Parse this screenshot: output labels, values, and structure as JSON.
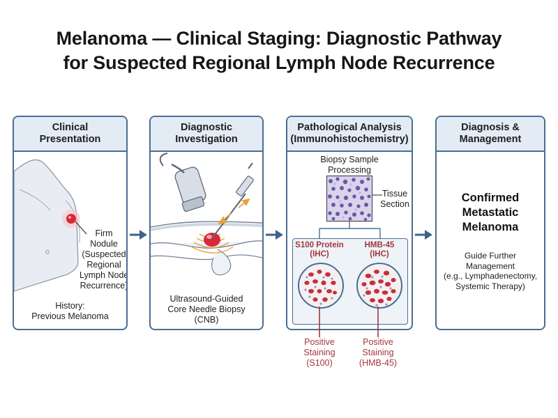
{
  "title_lines": [
    "Melanoma — Clinical Staging: Diagnostic Pathway",
    "for Suspected Regional Lymph Node Recurrence"
  ],
  "panels": [
    {
      "header": [
        "Clinical",
        "Presentation"
      ],
      "nodule_label": [
        "Firm",
        "Nodule",
        "(Suspected",
        "Regional",
        "Lymph Node",
        "Recurrence)"
      ],
      "history": [
        "History:",
        "Previous Melanoma"
      ]
    },
    {
      "header": [
        "Diagnostic",
        "Investigation"
      ],
      "procedure": [
        "Ultrasound-Guided",
        "Core Needle Biopsy",
        "(CNB)"
      ]
    },
    {
      "header": [
        "Pathological Analysis",
        "(Immunohistochemistry)"
      ],
      "processing": [
        "Biopsy Sample",
        "Processing"
      ],
      "tissue": [
        "Tissue",
        "Section"
      ],
      "stains": [
        {
          "label": [
            "S100 Protein",
            "(IHC)"
          ],
          "result": [
            "Positive",
            "Staining",
            "(S100)"
          ]
        },
        {
          "label": [
            "HMB-45",
            "(IHC)"
          ],
          "result": [
            "Positive",
            "Staining",
            "(HMB-45)"
          ]
        }
      ]
    },
    {
      "header": [
        "Diagnosis &",
        "Management"
      ],
      "diagnosis": [
        "Confirmed",
        "Metastatic",
        "Melanoma"
      ],
      "management": [
        "Guide Further",
        "Management",
        "(e.g., Lymphadenectomy,",
        "Systemic Therapy)"
      ]
    }
  ],
  "colors": {
    "border": "#4a6e92",
    "header_bg": "#e3ecf5",
    "arrow": "#3f6288",
    "accent_red": "#a3363c",
    "skin": "#e8ecf2"
  }
}
